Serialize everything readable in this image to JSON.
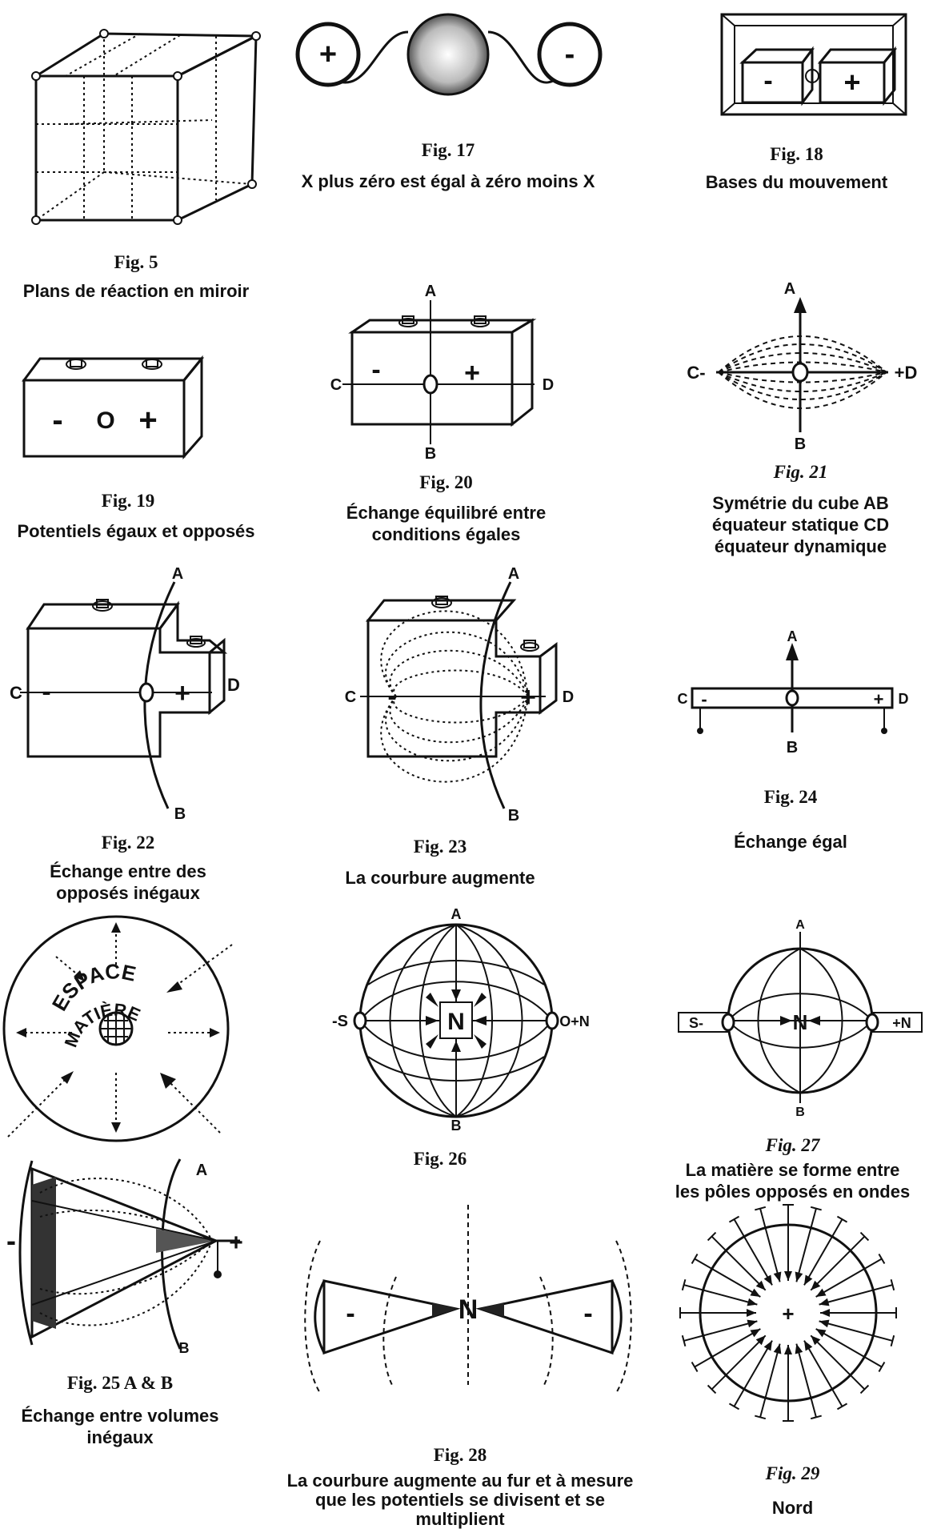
{
  "figures": {
    "fig5": {
      "label": "Fig. 5",
      "caption": "Plans de réaction en miroir"
    },
    "fig17": {
      "label": "Fig. 17",
      "caption": "X plus zéro est égal à zéro moins X",
      "plus": "+",
      "minus": "-"
    },
    "fig18": {
      "label": "Fig. 18",
      "caption": "Bases du mouvement",
      "plus": "+",
      "minus": "-"
    },
    "fig19": {
      "label": "Fig. 19",
      "caption": "Potentiels égaux et opposés",
      "minus": "-",
      "zero": "O",
      "plus": "+"
    },
    "fig20": {
      "label": "Fig. 20",
      "caption_lines": [
        "Échange équilibré entre",
        "conditions égales"
      ],
      "A": "A",
      "B": "B",
      "C": "C",
      "D": "D",
      "minus": "-",
      "plus": "+"
    },
    "fig21": {
      "label": "Fig. 21",
      "caption_lines": [
        "Symétrie du cube AB",
        "équateur statique CD",
        "équateur dynamique"
      ],
      "A": "A",
      "B": "B",
      "C": "C-",
      "D": "+D"
    },
    "fig22": {
      "label": "Fig. 22",
      "caption_lines": [
        "Échange entre des",
        "opposés inégaux"
      ],
      "A": "A",
      "B": "B",
      "C": "C",
      "D": "D",
      "minus": "-",
      "plus": "+"
    },
    "fig23": {
      "label": "Fig. 23",
      "caption": "La courbure augmente",
      "A": "A",
      "B": "B",
      "C": "C",
      "D": "D",
      "minus": "-",
      "plus": "+"
    },
    "fig24": {
      "label": "Fig. 24",
      "caption": "Échange égal",
      "A": "A",
      "B": "B",
      "C": "C",
      "D": "D",
      "minus": "-",
      "plus": "+"
    },
    "fig_space": {
      "word_space": "ESPACE",
      "word_matter": "MATIÈRE"
    },
    "fig26": {
      "label": "Fig. 26",
      "A": "A",
      "B": "B",
      "S": "-S",
      "N": "N",
      "Npole": "O+N"
    },
    "fig27": {
      "label": "Fig. 27",
      "caption_lines": [
        "La matière se forme entre",
        "les pôles opposés en ondes"
      ],
      "A": "A",
      "B": "B",
      "S": "S-",
      "N": "N",
      "Npole": "+N"
    },
    "fig25": {
      "label": "Fig. 25 A & B",
      "caption_lines": [
        "Échange entre volumes",
        "inégaux"
      ],
      "A": "A",
      "B": "B",
      "minus": "-",
      "plus": "+"
    },
    "fig28": {
      "label": "Fig. 28",
      "caption_lines": [
        "La courbure augmente au fur et à mesure",
        "que les potentiels se divisent et se",
        "multiplient"
      ],
      "N": "N",
      "minus": "-"
    },
    "fig29": {
      "label": "Fig. 29",
      "caption": "Nord",
      "plus": "+"
    }
  }
}
